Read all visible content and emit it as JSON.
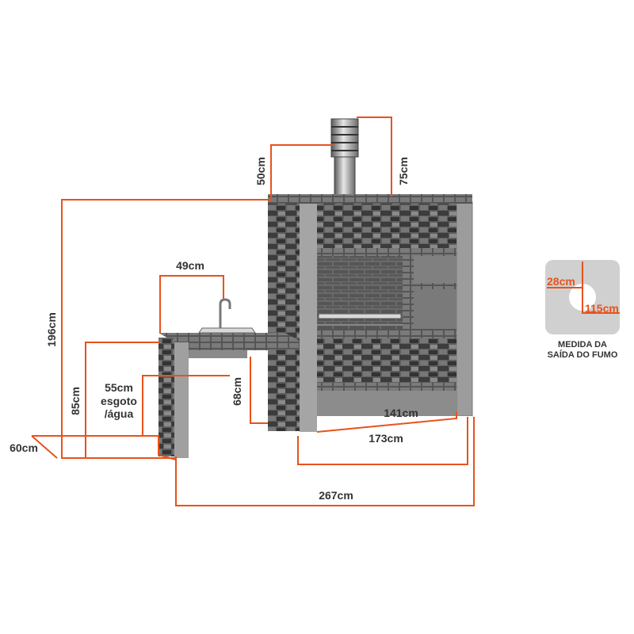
{
  "colors": {
    "accent": "#e8521c",
    "text": "#333333",
    "stone_dark": "#3a3a3a",
    "stone_mid": "#6b6b6b",
    "stone_light": "#b9b9b9",
    "panel": "#9a9a9a",
    "inset_bg": "#d0d0d0"
  },
  "dimensions": {
    "chimney_height": "75cm",
    "chimney_offset": "50cm",
    "sink_width": "49cm",
    "total_height": "196cm",
    "drain_height": "55cm",
    "drain_label_1": "esgoto",
    "drain_label_2": "/água",
    "counter_height": "85cm",
    "depth": "60cm",
    "opening_height": "68cm",
    "inner_width": "141cm",
    "bbq_width": "173cm",
    "total_width": "267cm"
  },
  "smoke_outlet": {
    "width": "28cm",
    "depth": "115cm",
    "caption_1": "MEDIDA DA",
    "caption_2": "SAÍDA DO FUMO"
  }
}
